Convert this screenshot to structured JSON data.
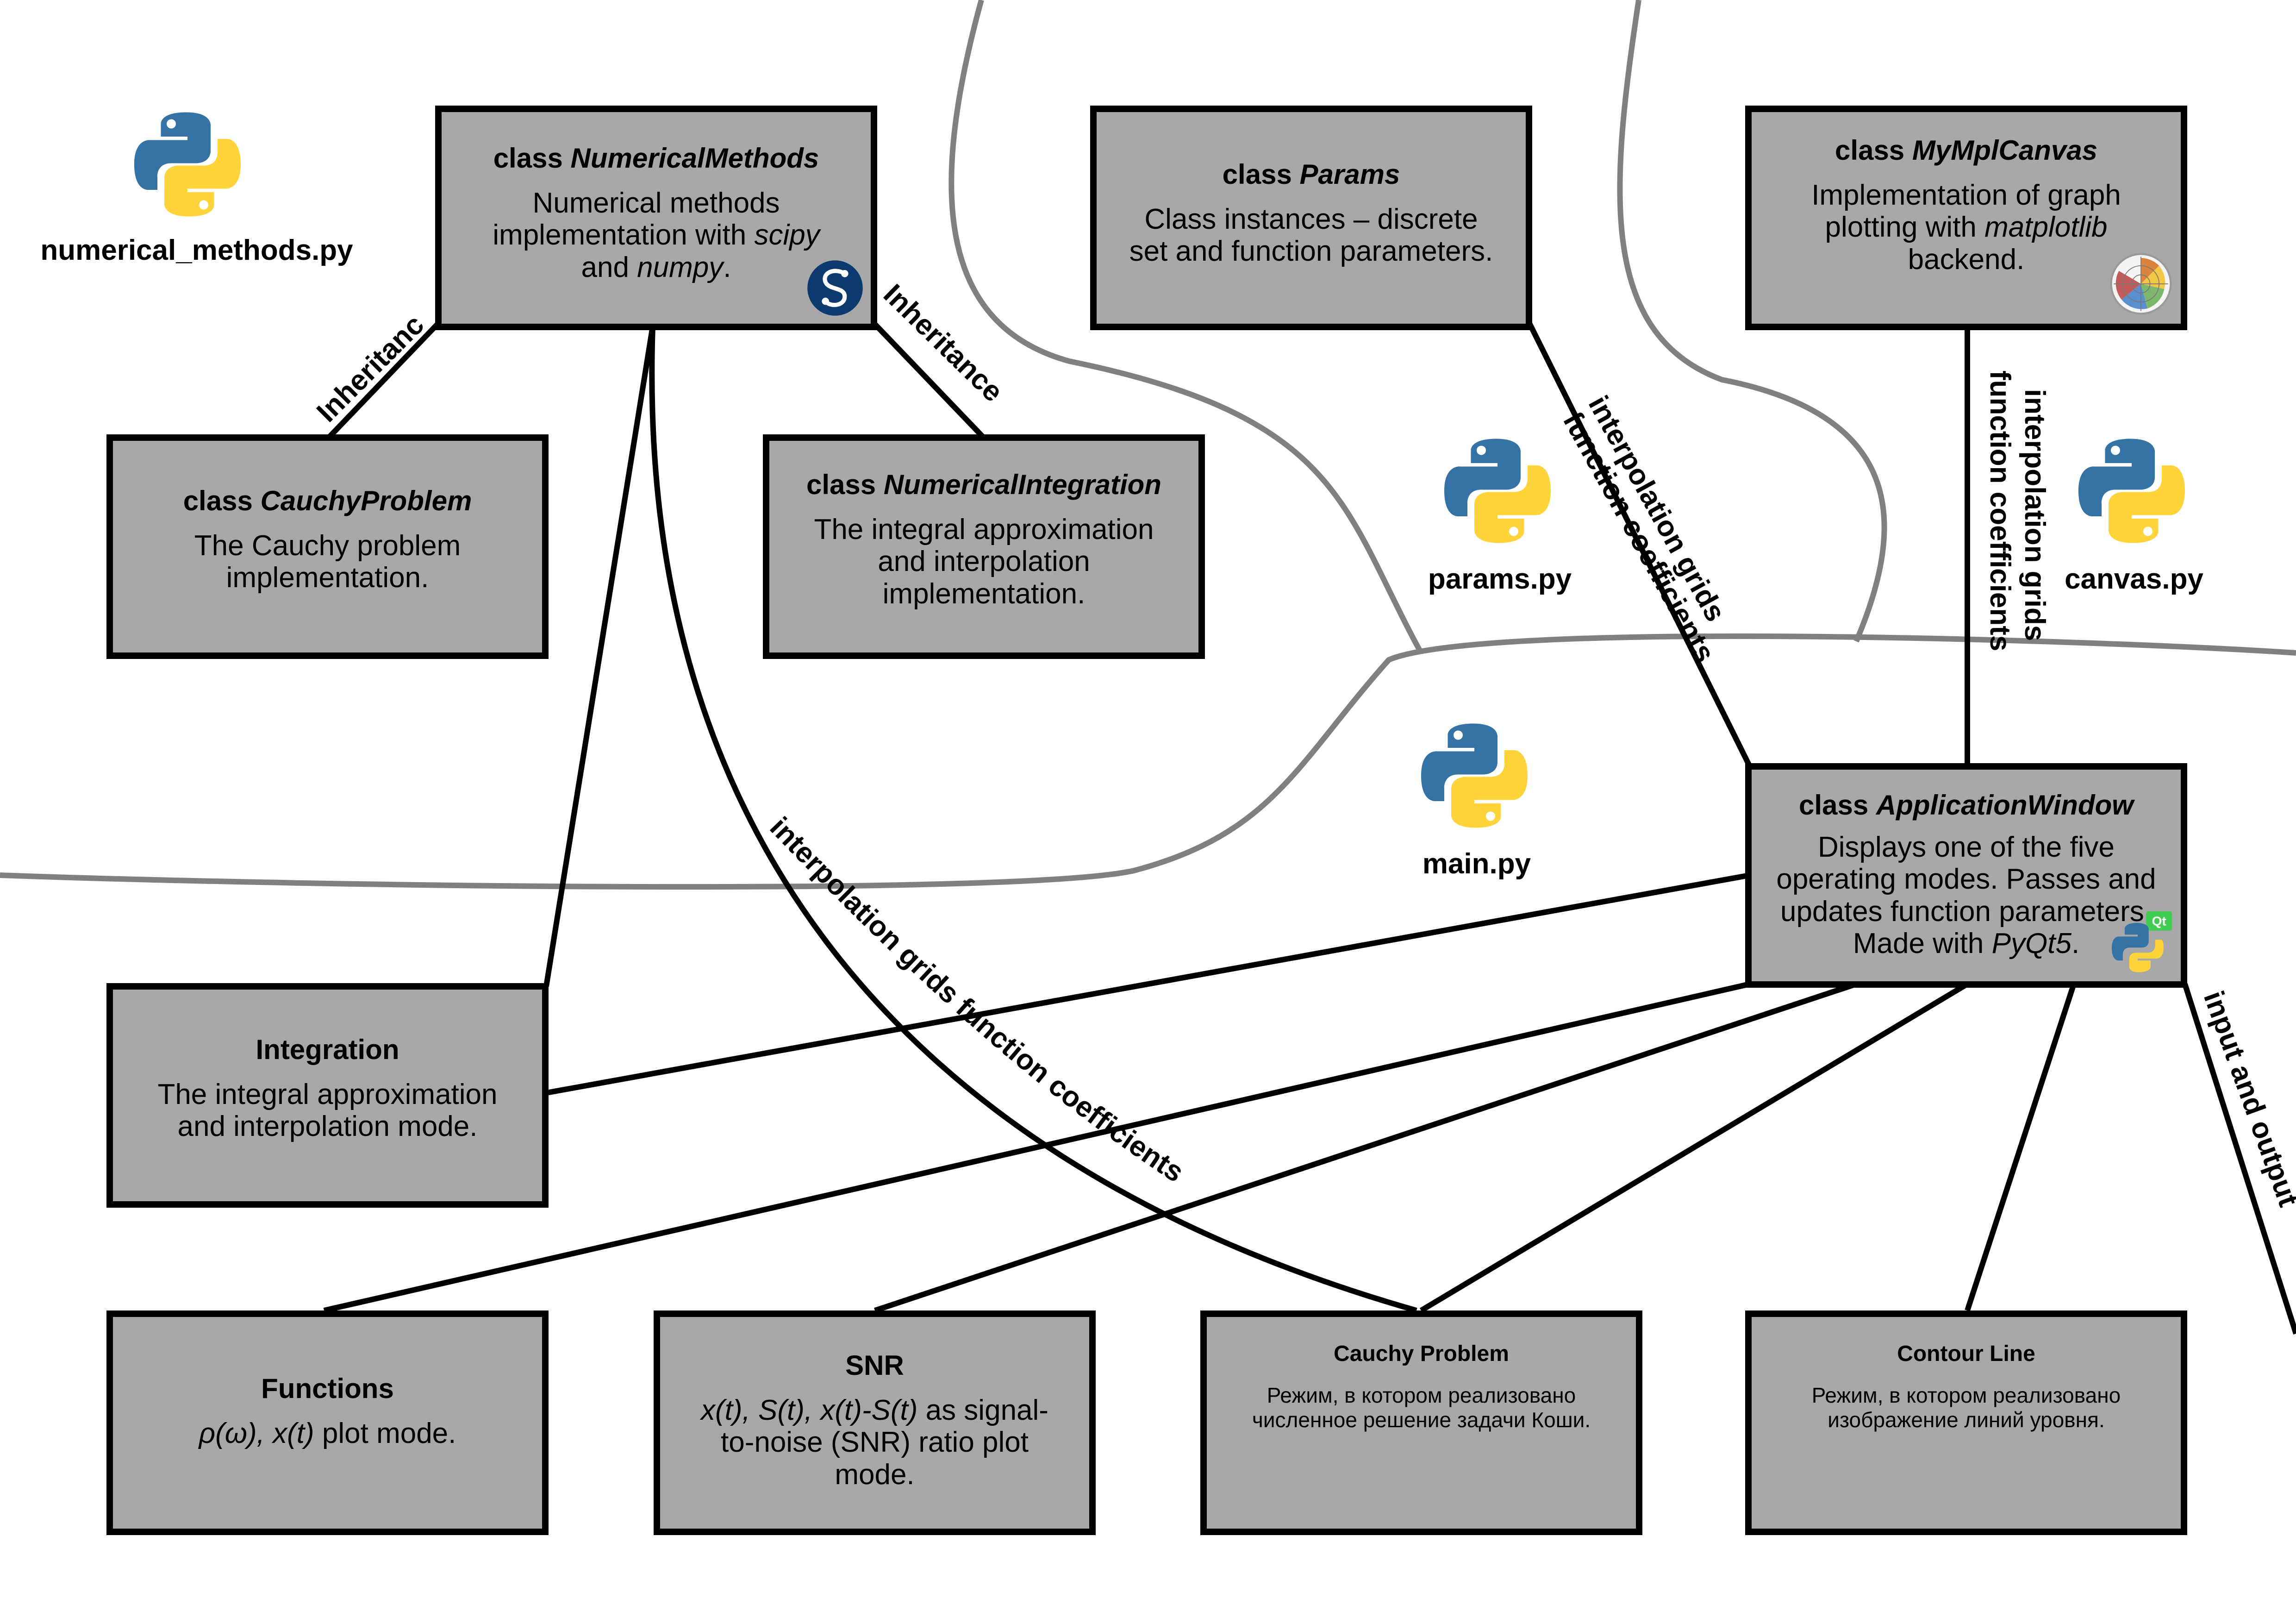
{
  "files": {
    "numerical_methods": "numerical_methods.py",
    "params": "params.py",
    "canvas": "canvas.py",
    "main": "main.py"
  },
  "boxes": {
    "numerical_methods": {
      "title_prefix": "class ",
      "title_name": "NumericalMethods",
      "desc_1": "Numerical methods",
      "desc_2": "implementation with ",
      "desc_3": "scipy",
      "desc_4": "and ",
      "desc_5": "numpy",
      "desc_6": "."
    },
    "params": {
      "title_prefix": "class ",
      "title_name": "Params",
      "desc_1": "Class instances – discrete",
      "desc_2": "set and function parameters."
    },
    "canvas": {
      "title_prefix": "class ",
      "title_name": "MyMplCanvas",
      "desc_1": "Implementation of graph",
      "desc_2": "plotting with ",
      "desc_3": "matplotlib",
      "desc_4": "backend."
    },
    "cauchy_class": {
      "title_prefix": "class ",
      "title_name": "CauchyProblem",
      "desc_1": "The Cauchy problem",
      "desc_2": "implementation."
    },
    "integration_class": {
      "title_prefix": "class ",
      "title_name": "NumericalIntegration",
      "desc_1": "The integral approximation",
      "desc_2": "and interpolation",
      "desc_3": "implementation."
    },
    "app_window": {
      "title_prefix": "class ",
      "title_name": "ApplicationWindow",
      "desc_1": "Displays one of the five",
      "desc_2": "operating modes. Passes and",
      "desc_3": "updates function parameters.",
      "desc_4": "Made with ",
      "desc_5": "PyQt5",
      "desc_6": "."
    },
    "integration_mode": {
      "title": "Integration",
      "desc_1": "The integral approximation",
      "desc_2": "and interpolation mode."
    },
    "functions_mode": {
      "title": "Functions",
      "desc_1": "ρ(ω), x(t)",
      "desc_2": " plot mode."
    },
    "snr_mode": {
      "title": "SNR",
      "desc_1": "x(t), S(t), x(t)-S(t)",
      "desc_2": " as signal-",
      "desc_3": "to-noise (SNR) ratio plot",
      "desc_4": "mode."
    },
    "cauchy_mode": {
      "title": "Cauchy Problem",
      "desc_1": "Режим, в котором реализовано",
      "desc_2": "численное решение задачи Коши."
    },
    "contour_mode": {
      "title": "Contour Line",
      "desc_1": "Режим, в котором реализовано",
      "desc_2": "изображение линий уровня."
    }
  },
  "edges": {
    "inheritance_left": "Inheritance",
    "inheritance_right": "Inheritance",
    "interp_params_1": "interpolation grids",
    "interp_params_2": "function coefficients",
    "interp_canvas_1": "interpolation grids",
    "interp_canvas_2": "function coefficients",
    "interp_long": "interpolation grids function coefficients",
    "io": "input and output"
  },
  "colors": {
    "box_fill": "#a8a8a8",
    "box_border": "#000000",
    "module_boundary": "#808080",
    "python_blue": "#3572a5",
    "python_yellow": "#ffd43b",
    "scipy_blue": "#0c3a6e"
  }
}
